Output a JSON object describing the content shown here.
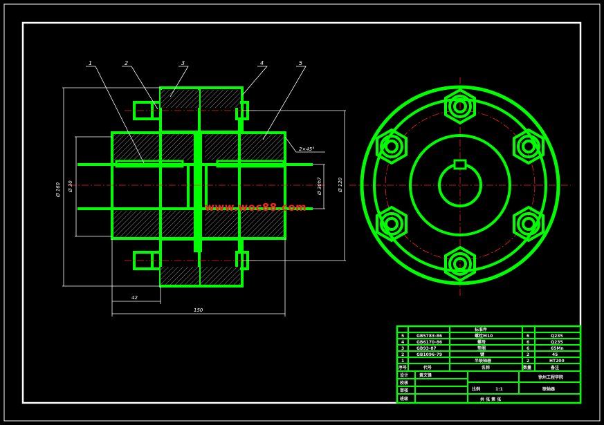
{
  "part_labels": [
    "1",
    "2",
    "3",
    "4",
    "5"
  ],
  "dimensions": {
    "outer_dia": "Ø 160",
    "bore_dia": "Ø 30",
    "shaft_dia": "Ø 30h7",
    "bolt_circle": "Ø 120",
    "chamfer": "2×45°",
    "hub_length": "42",
    "total_length": "150"
  },
  "watermark": "www.woc88.com",
  "title_block": {
    "parts": [
      {
        "no": "5",
        "code": "GB5783-86",
        "name": "螺栓M10",
        "qty": "6",
        "material": "Q235"
      },
      {
        "no": "4",
        "code": "GB6170-86",
        "name": "螺母",
        "qty": "6",
        "material": "Q235"
      },
      {
        "no": "3",
        "code": "GB93-87",
        "name": "垫圈",
        "qty": "6",
        "material": "65Mn"
      },
      {
        "no": "2",
        "code": "GB1096-79",
        "name": "键",
        "qty": "2",
        "material": "45"
      },
      {
        "no": "1",
        "code": "",
        "name": "半联轴器",
        "qty": "2",
        "material": "HT200"
      }
    ],
    "header_row": {
      "no": "序号",
      "code": "代号",
      "name": "名称",
      "qty": "数量",
      "note": "备注"
    },
    "standard_parts": "标准件",
    "left_labels": [
      "设计",
      "校核",
      "审核",
      "班级"
    ],
    "designer": "黄文锋",
    "school": "徐州工程学院",
    "drawing_title": "联轴器",
    "scale_label": "比例",
    "scale": "1:1",
    "sheet": "共 张 第 张"
  },
  "colors": {
    "part": "#00ff00",
    "center": "#ff2020",
    "line": "#ffffff",
    "bg": "#000000"
  }
}
